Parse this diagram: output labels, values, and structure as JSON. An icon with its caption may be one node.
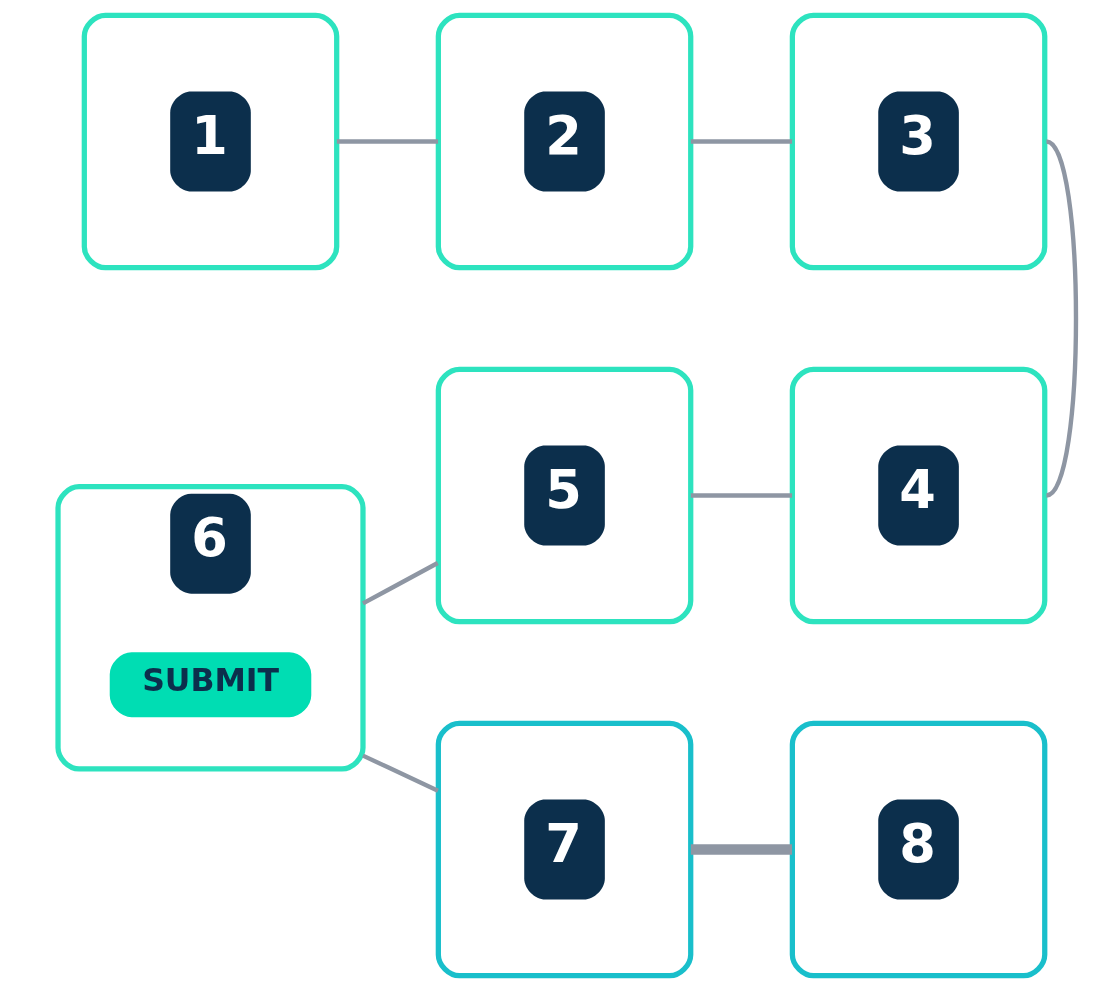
{
  "diagram": {
    "nodes": [
      {
        "text": [
          "1"
        ]
      },
      {
        "text": [
          "2"
        ]
      },
      {
        "text": [
          "3"
        ]
      },
      {
        "text": [
          "4"
        ]
      },
      {
        "text": [
          "5"
        ]
      },
      {
        "text": [
          "6"
        ]
      },
      {
        "text": [
          "SUBMIT"
        ],
        "in": 5
      },
      {
        "text": [
          "7"
        ]
      },
      {
        "text": [
          "8"
        ]
      }
    ],
    "edges": [
      {
        "from": 0,
        "to": 1,
        "arrow": "none"
      },
      {
        "from": 1,
        "to": 2,
        "arrow": "none"
      },
      {
        "from": 2,
        "to": 3,
        "arrow": "none"
      },
      {
        "from": 3,
        "to": 4,
        "arrow": "none"
      },
      {
        "from": 4,
        "to": 5,
        "arrow": "none"
      },
      {
        "from": 5,
        "to": 7,
        "arrow": "none"
      },
      {
        "from": 7,
        "to": 8,
        "arrow": "none",
        "style": "thick"
      }
    ]
  }
}
